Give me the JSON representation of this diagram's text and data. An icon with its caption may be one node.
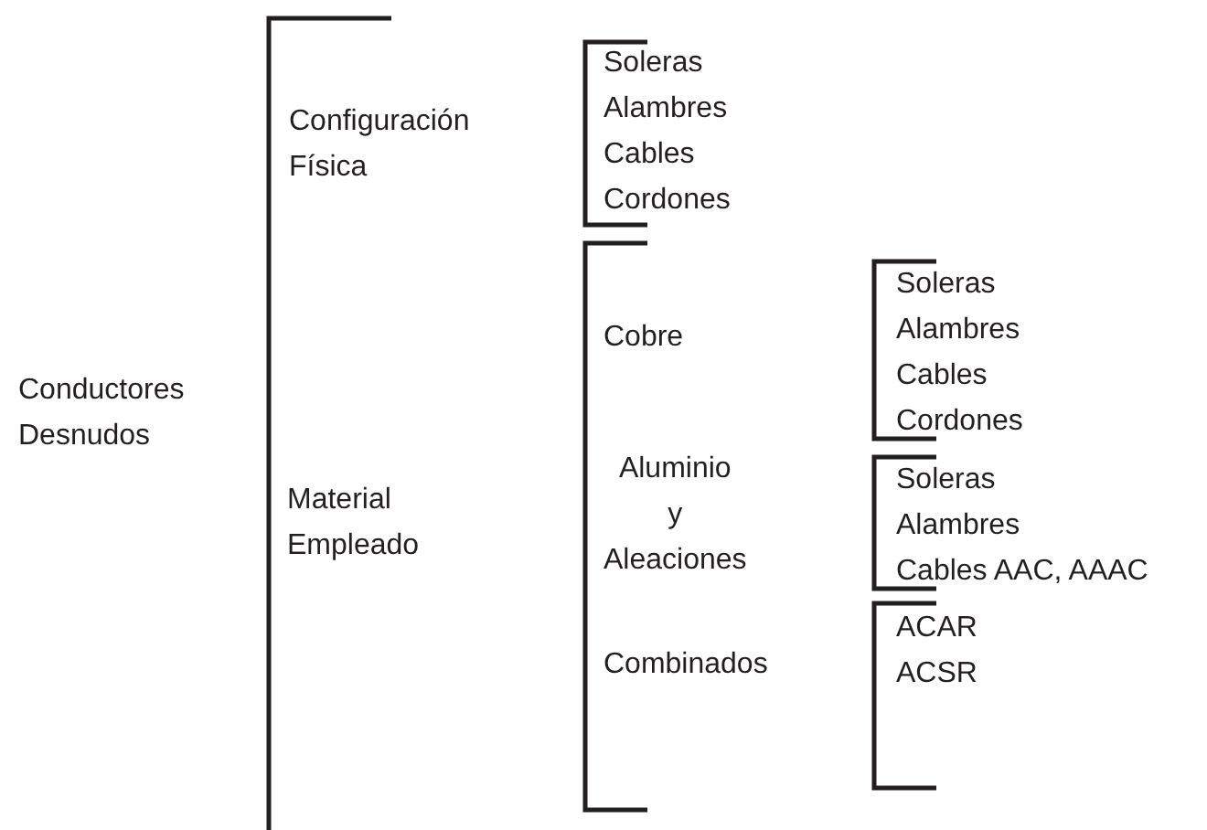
{
  "diagram": {
    "nodes": [
      {
        "text": [
          "Conductores Desnudos"
        ]
      },
      {
        "text": [
          "Configuración Física"
        ]
      },
      {
        "text": [
          "Soleras"
        ]
      },
      {
        "text": [
          "Alambres"
        ]
      },
      {
        "text": [
          "Cables"
        ]
      },
      {
        "text": [
          "Cordones"
        ]
      },
      {
        "text": [
          "Material Empleado"
        ]
      },
      {
        "text": [
          "Cobre"
        ]
      },
      {
        "text": [
          "Soleras"
        ]
      },
      {
        "text": [
          "Alambres"
        ]
      },
      {
        "text": [
          "Cables"
        ]
      },
      {
        "text": [
          "Cordones"
        ]
      },
      {
        "text": [
          "Aluminio y Aleaciones"
        ]
      },
      {
        "text": [
          "Soleras"
        ]
      },
      {
        "text": [
          "Alambres"
        ]
      },
      {
        "text": [
          "Cables AAC, AAAC"
        ]
      },
      {
        "text": [
          "Combinados"
        ]
      },
      {
        "text": [
          "ACAR"
        ]
      },
      {
        "text": [
          "ACSR"
        ]
      }
    ]
  }
}
